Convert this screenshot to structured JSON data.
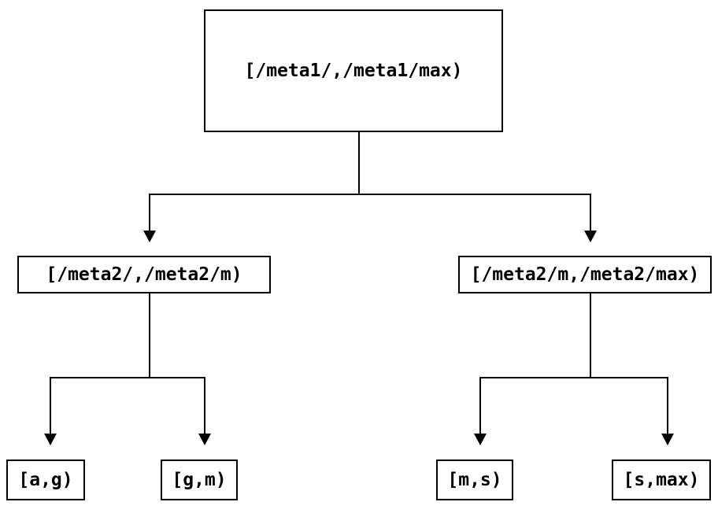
{
  "diagram": {
    "type": "tree",
    "background_color": "#ffffff",
    "line_color": "#000000",
    "node_fill_color": "#ffffff",
    "node_border_color": "#000000",
    "nodes": {
      "root": {
        "label": "[/meta1/,/meta1/max)"
      },
      "meta2_low": {
        "label": "[/meta2/,/meta2/m)"
      },
      "meta2_high": {
        "label": "[/meta2/m,/meta2/max)"
      },
      "leaf_ag": {
        "label": "[a,g)"
      },
      "leaf_gm": {
        "label": "[g,m)"
      },
      "leaf_ms": {
        "label": "[m,s)"
      },
      "leaf_smax": {
        "label": "[s,max)"
      }
    },
    "edges": [
      {
        "from": "root",
        "to": "meta2_low"
      },
      {
        "from": "root",
        "to": "meta2_high"
      },
      {
        "from": "meta2_low",
        "to": "leaf_ag"
      },
      {
        "from": "meta2_low",
        "to": "leaf_gm"
      },
      {
        "from": "meta2_high",
        "to": "leaf_ms"
      },
      {
        "from": "meta2_high",
        "to": "leaf_smax"
      }
    ]
  }
}
